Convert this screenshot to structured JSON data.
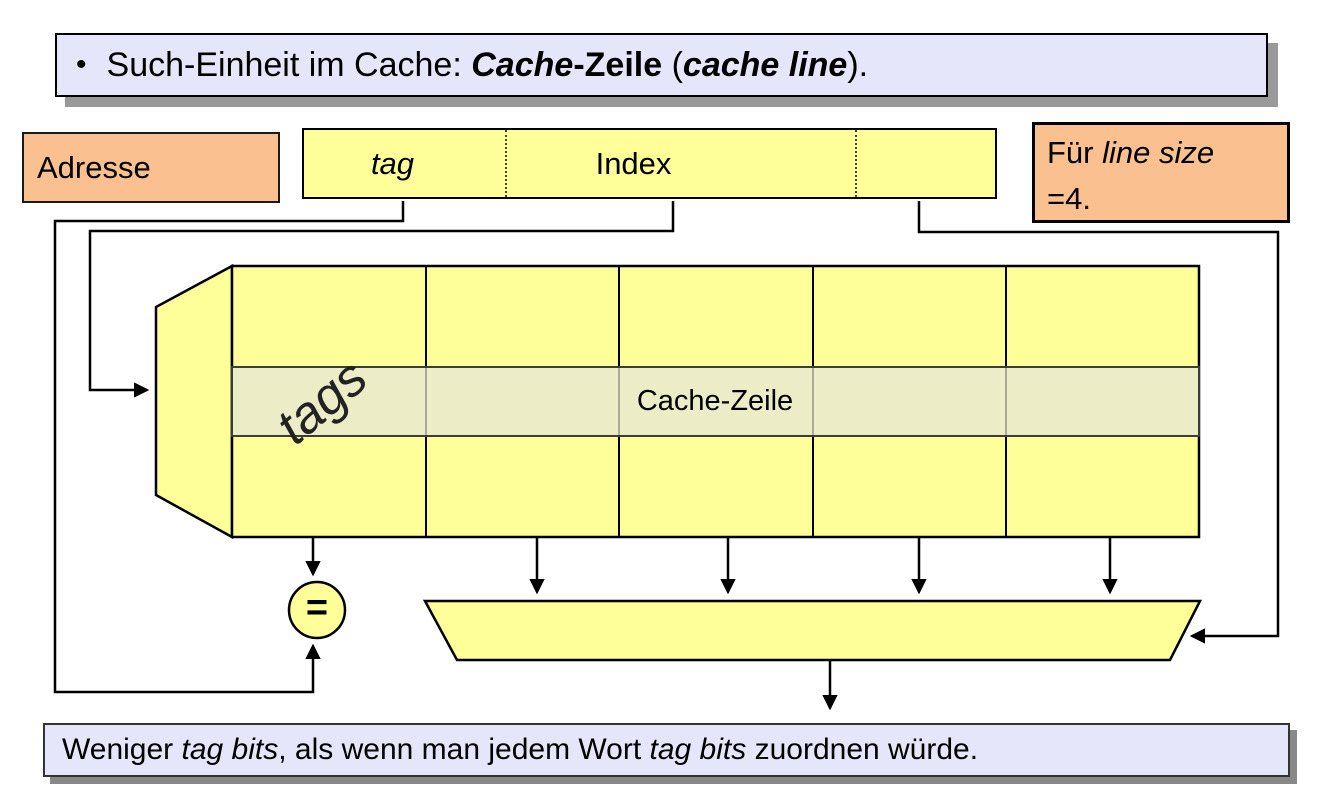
{
  "title": {
    "bullet": "•",
    "t1": "Such-Einheit im Cache: ",
    "t2": "Cache",
    "t3": "-Zeile",
    "t4": " (",
    "t5": "cache line",
    "t6": ")."
  },
  "address_label_box": {
    "text": "Adresse"
  },
  "address_field": {
    "tag_label": "tag",
    "index_label": "Index"
  },
  "note_box": {
    "line1_regular": "Für ",
    "line1_italic": "line size",
    "line2": "=4."
  },
  "cache": {
    "tags_label": "tags",
    "line_label": "Cache-Zeile",
    "columns": 5,
    "rows": 3
  },
  "comparator": {
    "symbol": "="
  },
  "bottom_box": {
    "b1": "Weniger ",
    "b2": "tag bits",
    "b3": ", als wenn man jedem Wort ",
    "b4": "tag bits",
    "b5": " zuordnen würde."
  },
  "colors": {
    "yellow": "#FFFF99",
    "peach": "#FAC090",
    "lavender": "#E6E6FA",
    "highlight": "#ECECC6",
    "shadow": "#999999",
    "shadow_dark": "#888888",
    "line": "#000000"
  }
}
